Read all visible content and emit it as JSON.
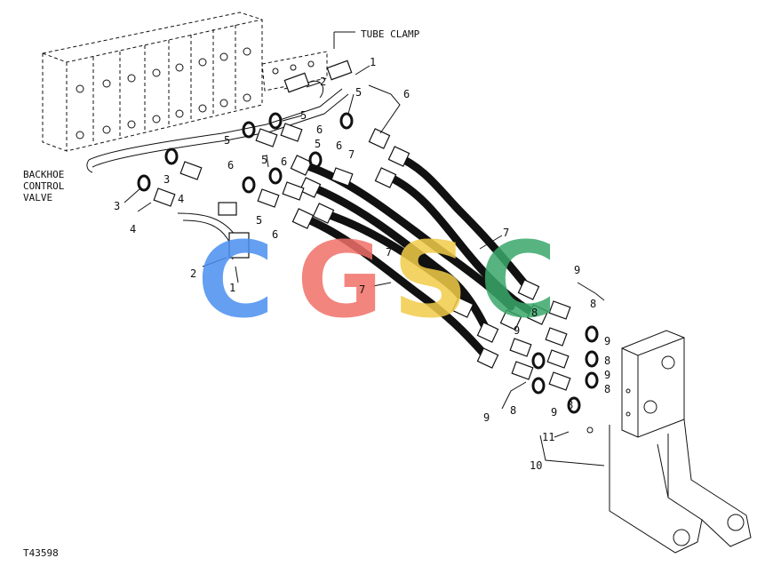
{
  "labels": {
    "tube_clamp": "TUBE CLAMP",
    "backhoe_1": "BACKHOE",
    "backhoe_2": "CONTROL",
    "backhoe_3": "VALVE",
    "figure_id": "T43598"
  },
  "callouts": [
    {
      "text": "1"
    },
    {
      "text": "2"
    },
    {
      "text": "5"
    },
    {
      "text": "6"
    },
    {
      "text": "5"
    },
    {
      "text": "6"
    },
    {
      "text": "5"
    },
    {
      "text": "6"
    },
    {
      "text": "5"
    },
    {
      "text": "6"
    },
    {
      "text": "7"
    },
    {
      "text": "5"
    },
    {
      "text": "6"
    },
    {
      "text": "3"
    },
    {
      "text": "4"
    },
    {
      "text": "3"
    },
    {
      "text": "4"
    },
    {
      "text": "5"
    },
    {
      "text": "6"
    },
    {
      "text": "2"
    },
    {
      "text": "1"
    },
    {
      "text": "7"
    },
    {
      "text": "7"
    },
    {
      "text": "7"
    },
    {
      "text": "9"
    },
    {
      "text": "8"
    },
    {
      "text": "9"
    },
    {
      "text": "8"
    },
    {
      "text": "9"
    },
    {
      "text": "8"
    },
    {
      "text": "9"
    },
    {
      "text": "8"
    },
    {
      "text": "9"
    },
    {
      "text": "8"
    },
    {
      "text": "11"
    },
    {
      "text": "10"
    },
    {
      "text": "9"
    },
    {
      "text": "8"
    }
  ],
  "watermark": {
    "letters": [
      "C",
      "G",
      "S",
      "C"
    ],
    "colors": [
      "#4a8ff0",
      "#f07068",
      "#f2cc48",
      "#3aa86a"
    ]
  }
}
